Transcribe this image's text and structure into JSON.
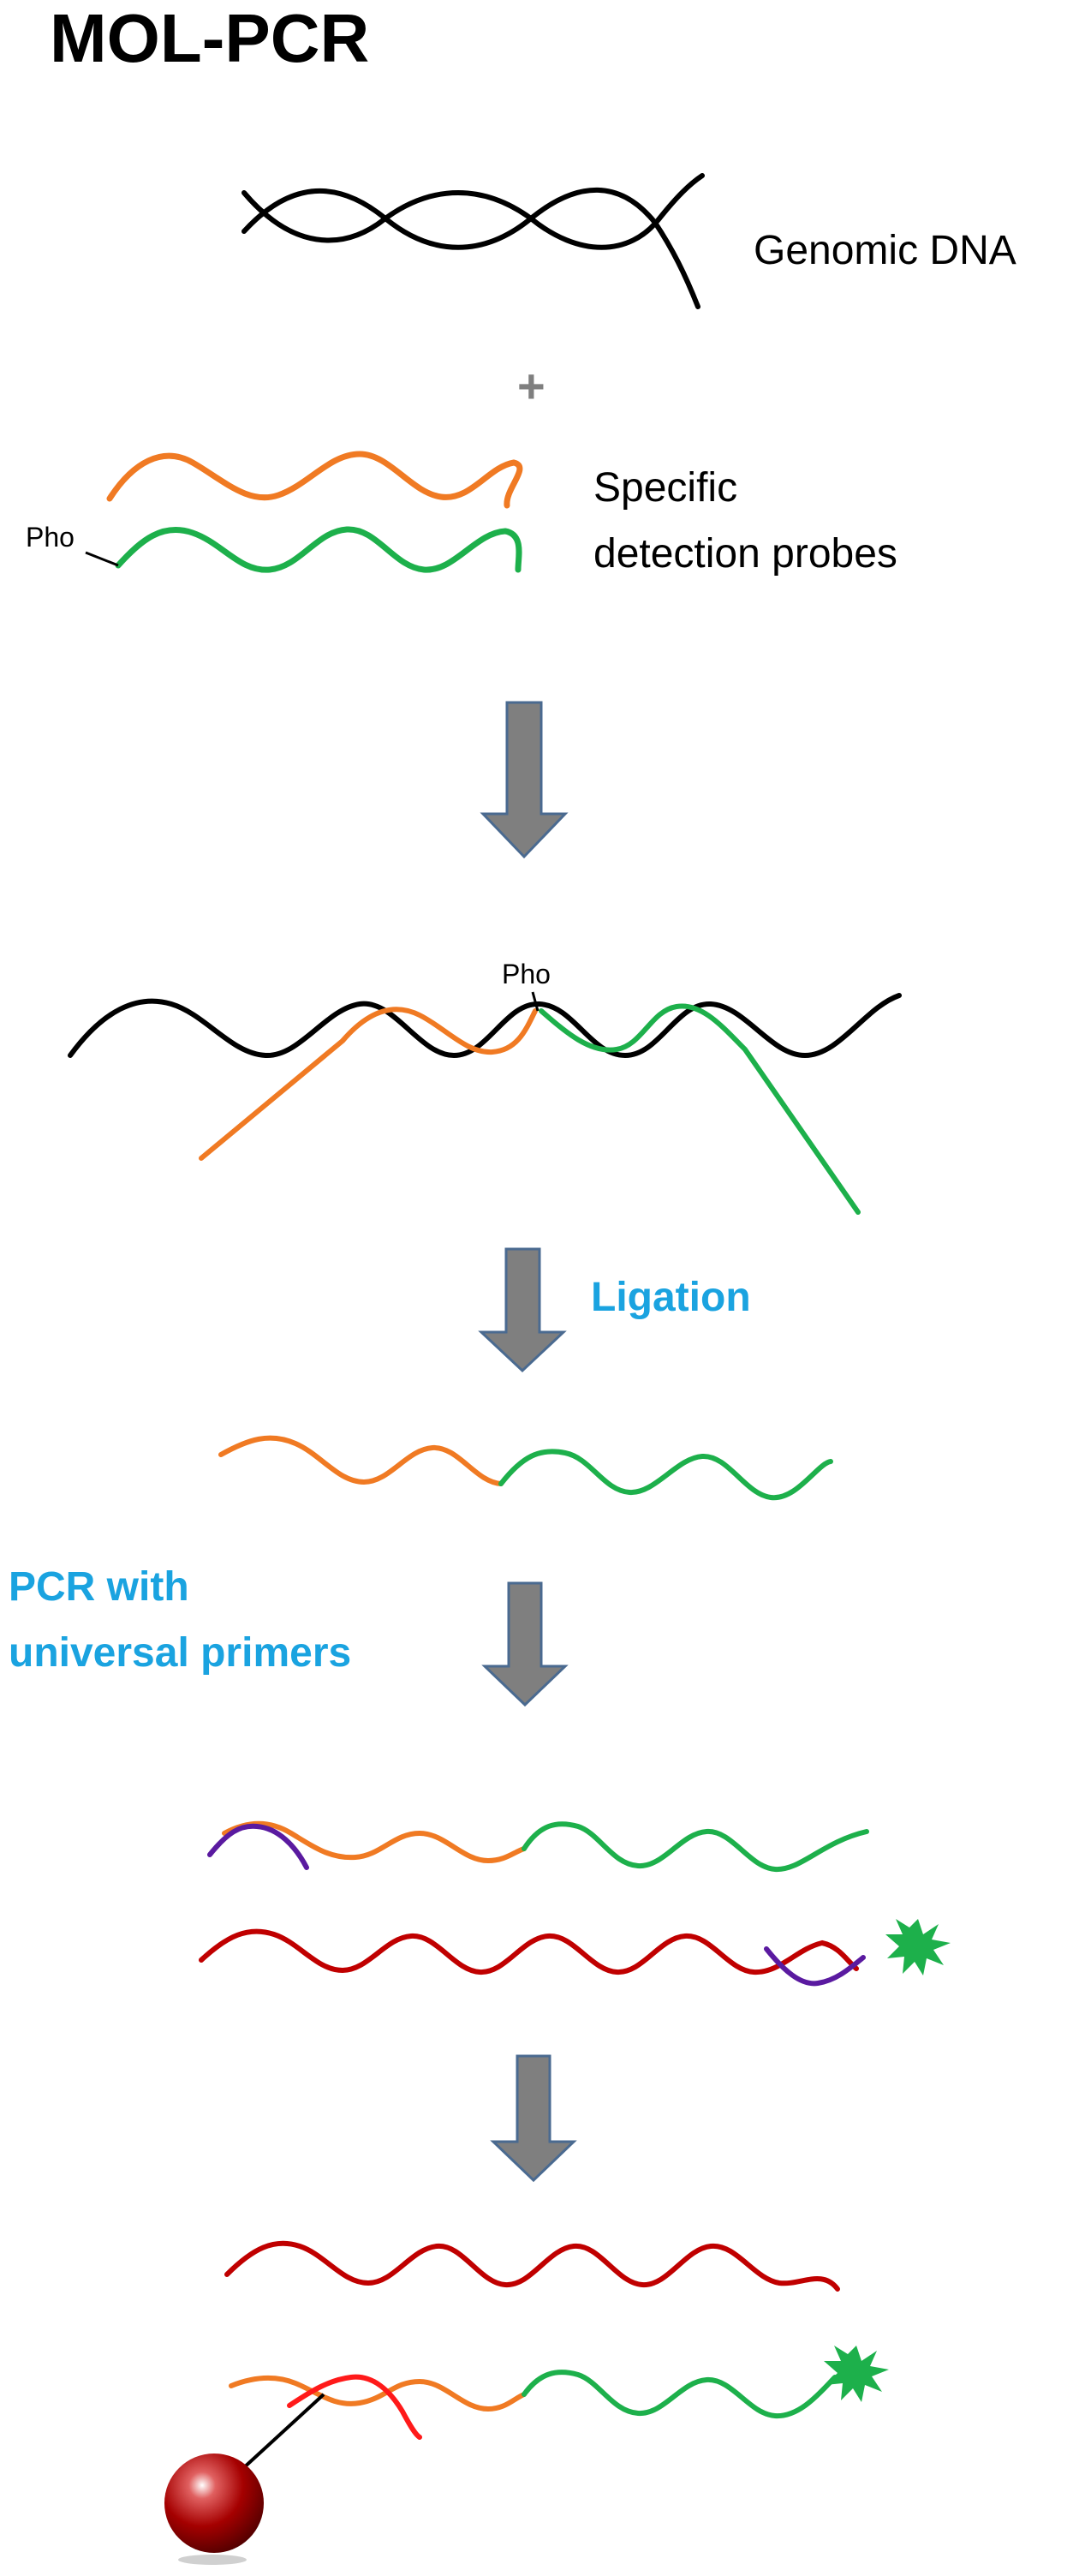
{
  "title": "MOL-PCR",
  "labels": {
    "genomic_dna": "Genomic DNA",
    "plus": "+",
    "probes_line1": "Specific",
    "probes_line2": "detection probes",
    "pho_1": "Pho",
    "pho_2": "Pho",
    "ligation": "Ligation",
    "pcr_line1": "PCR with",
    "pcr_line2": "universal primers"
  },
  "colors": {
    "title": "#000000",
    "text": "#000000",
    "step_label": "#1aa3e0",
    "plus": "#7f7f7f",
    "arrow_fill": "#7f7f7f",
    "arrow_stroke": "#4a6a90",
    "genomic_strand": "#000000",
    "probe_left": "#f07a23",
    "probe_right": "#1db04b",
    "reverse_strand": "#c00000",
    "primer": "#5a1aa0",
    "tag_primer": "#ff1a1a",
    "fluorophore": "#1db04b",
    "bead": "#a50000"
  },
  "icons": {
    "step_arrow": "arrow-down-icon",
    "fluorophore": "starburst-icon",
    "bead": "sphere-bead-icon"
  }
}
